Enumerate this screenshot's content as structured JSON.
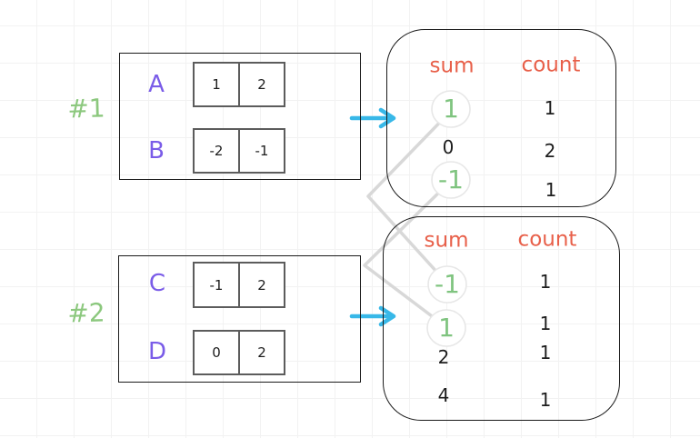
{
  "colors": {
    "label_green": "#8cc87e",
    "value_green": "#7fc47f",
    "purple": "#7a5ce8",
    "header_orange": "#e8604a",
    "arrow_cyan": "#38b8e8",
    "text_black": "#1d1d1d",
    "connector_gray": "#d8d8d8",
    "circle_gray": "#e7e7e7"
  },
  "examples": [
    {
      "label": "#1",
      "arrays": [
        {
          "name": "A",
          "cells": [
            "1",
            "2"
          ]
        },
        {
          "name": "B",
          "cells": [
            "-2",
            "-1"
          ]
        }
      ],
      "table": {
        "headers": {
          "sum": "sum",
          "count": "count"
        },
        "rows": [
          {
            "sum": "1",
            "count": "1",
            "highlighted": true
          },
          {
            "sum": "0",
            "count": "2",
            "highlighted": false
          },
          {
            "sum": "-1",
            "count": "1",
            "highlighted": true
          }
        ]
      }
    },
    {
      "label": "#2",
      "arrays": [
        {
          "name": "C",
          "cells": [
            "-1",
            "2"
          ]
        },
        {
          "name": "D",
          "cells": [
            "0",
            "2"
          ]
        }
      ],
      "table": {
        "headers": {
          "sum": "sum",
          "count": "count"
        },
        "rows": [
          {
            "sum": "-1",
            "count": "1",
            "highlighted": true
          },
          {
            "sum": "1",
            "count": "1",
            "highlighted": true
          },
          {
            "sum": "2",
            "count": "1",
            "highlighted": false
          },
          {
            "sum": "4",
            "count": "1",
            "highlighted": false
          }
        ]
      }
    }
  ],
  "connections": [
    {
      "from": "example-1 sum 1",
      "to": "example-2 sum -1"
    },
    {
      "from": "example-1 sum -1",
      "to": "example-2 sum 1"
    }
  ]
}
